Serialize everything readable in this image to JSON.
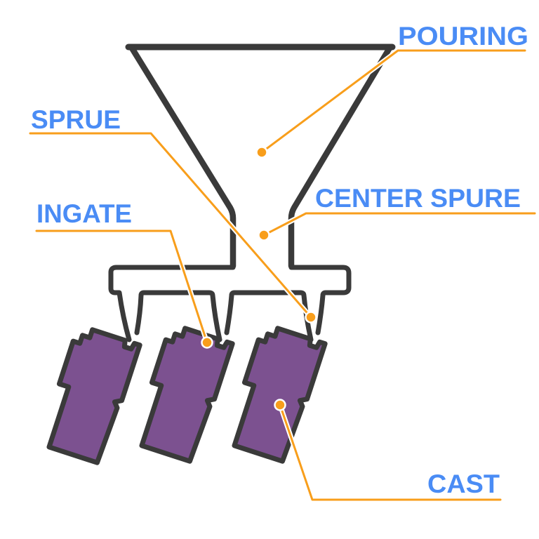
{
  "diagram": {
    "type": "metal-casting-gating-system",
    "labels": {
      "pouring": "POURING",
      "sprue": "SPRUE",
      "center_spure": "CENTER SPURE",
      "ingate": "INGATE",
      "cast": "CAST"
    }
  },
  "colors": {
    "label_text": "#4a8cf5",
    "leader": "#f89e1b",
    "outline": "#3a3a3a",
    "cast_fill": "#7c5190",
    "background": "#ffffff"
  }
}
